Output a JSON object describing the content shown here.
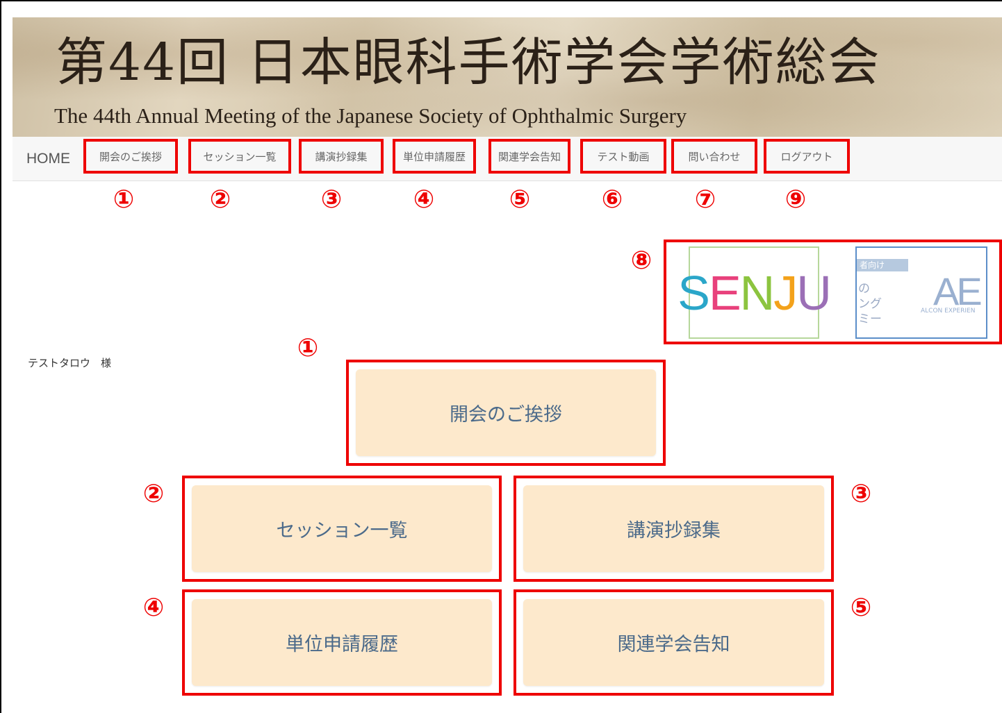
{
  "banner": {
    "title": "第44回 日本眼科手術学会学術総会",
    "subtitle": "The 44th Annual Meeting of the Japanese Society of Ophthalmic Surgery"
  },
  "nav": {
    "home": "HOME",
    "items": [
      {
        "label": "開会のご挨拶",
        "marker": "①"
      },
      {
        "label": "セッション一覧",
        "marker": "②"
      },
      {
        "label": "講演抄録集",
        "marker": "③"
      },
      {
        "label": "単位申請履歴",
        "marker": "④"
      },
      {
        "label": "関連学会告知",
        "marker": "⑤"
      },
      {
        "label": "テスト動画",
        "marker": "⑥"
      },
      {
        "label": "問い合わせ",
        "marker": "⑦"
      },
      {
        "label": "ログアウト",
        "marker": "⑨"
      }
    ]
  },
  "ads": {
    "marker": "⑧",
    "senju_letters": [
      "S",
      "E",
      "N",
      "J",
      "U"
    ],
    "senju_colors": [
      "#2aa6c9",
      "#e8417c",
      "#8cc43f",
      "#f3a21b",
      "#9b6fb6"
    ],
    "alcon_tag": "者向け",
    "alcon_partial_1": "の",
    "alcon_partial_2": "ング",
    "alcon_partial_3": "ミー",
    "alcon_logo": "AE",
    "alcon_text": "ALCON EXPERIEN"
  },
  "user": {
    "name": "テストタロウ　様"
  },
  "buttons": [
    {
      "label": "開会のご挨拶",
      "marker": "①"
    },
    {
      "label": "セッション一覧",
      "marker": "②"
    },
    {
      "label": "講演抄録集",
      "marker": "③"
    },
    {
      "label": "単位申請履歴",
      "marker": "④"
    },
    {
      "label": "関連学会告知",
      "marker": "⑤"
    }
  ],
  "colors": {
    "highlight": "#ee0000",
    "button_bg": "#fde9cc",
    "button_text": "#4b6a8a"
  }
}
